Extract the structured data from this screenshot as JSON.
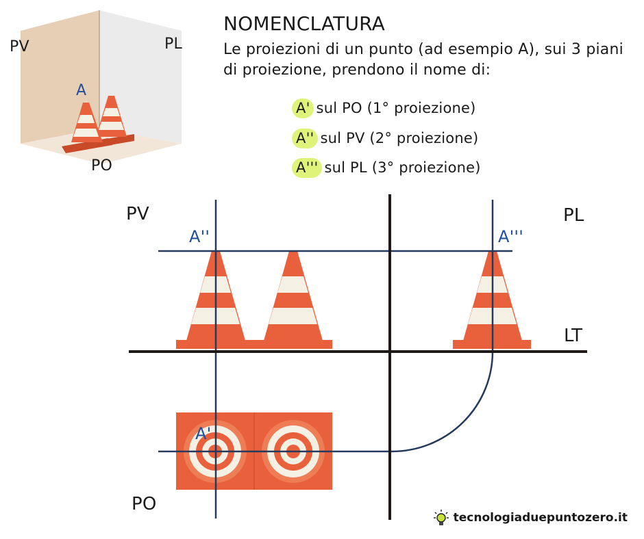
{
  "title": "NOMENCLATURA",
  "description": "Le proiezioni di un punto (ad esempio A), sui 3 piani di proiezione, prendono il nome di:",
  "legend": [
    {
      "symbol": "A'",
      "text": "sul PO (1° proiezione)"
    },
    {
      "symbol": "A''",
      "text": "sul PV (2° proiezione)"
    },
    {
      "symbol": "A'''",
      "text": "sul PL (3° proiezione)"
    }
  ],
  "corner": {
    "pv": "PV",
    "pl": "PL",
    "po": "PO",
    "point": "A"
  },
  "planes": {
    "pv": "PV",
    "pl": "PL",
    "po": "PO",
    "lt": "LT"
  },
  "points": {
    "a1": "A'",
    "a2": "A''",
    "a3": "A'''"
  },
  "footer": {
    "site": "tecnologiaduepuntozero.it",
    "icon": "lightbulb-icon"
  },
  "colors": {
    "cone_orange": "#e8603c",
    "cone_white": "#f4f1e4",
    "projection_line": "#23395d",
    "axis": "#1f1a17",
    "highlight": "#dff27a",
    "label_blue": "#1f4e9a"
  }
}
